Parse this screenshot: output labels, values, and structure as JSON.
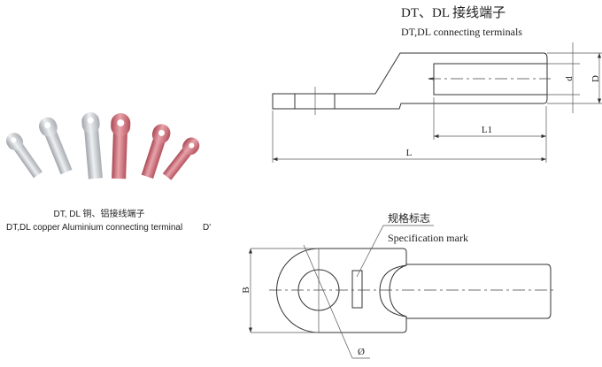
{
  "photo": {
    "caption_cn": "DT, DL 铜、铝接线端子",
    "caption_en": "DT,DL copper Aluminium connecting terminal",
    "caption_mark": "D'"
  },
  "section_view": {
    "title_cn": "DT、DL 接线端子",
    "title_en": "DT,DL connecting terminals",
    "dim_L": "L",
    "dim_L1": "L1",
    "dim_d": "d",
    "dim_D": "D"
  },
  "top_view": {
    "label_cn": "规格标志",
    "label_en": "Specification mark",
    "dim_B": "B",
    "dim_hole": "Ø"
  },
  "colors": {
    "aluminium": "#c9cdd2",
    "copper": "#c9636e",
    "line": "#333333"
  }
}
